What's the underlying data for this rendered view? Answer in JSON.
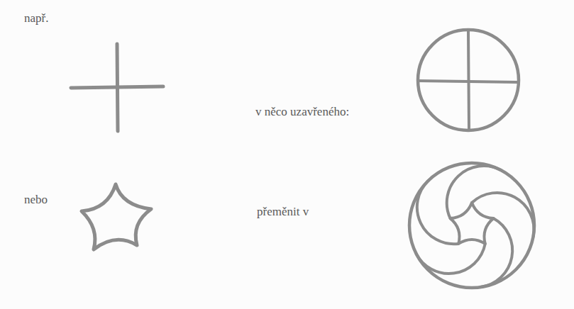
{
  "diagram": {
    "labels": [
      "např.",
      "v něco uzavřeného:",
      "nebo",
      "přeměnit v"
    ]
  }
}
